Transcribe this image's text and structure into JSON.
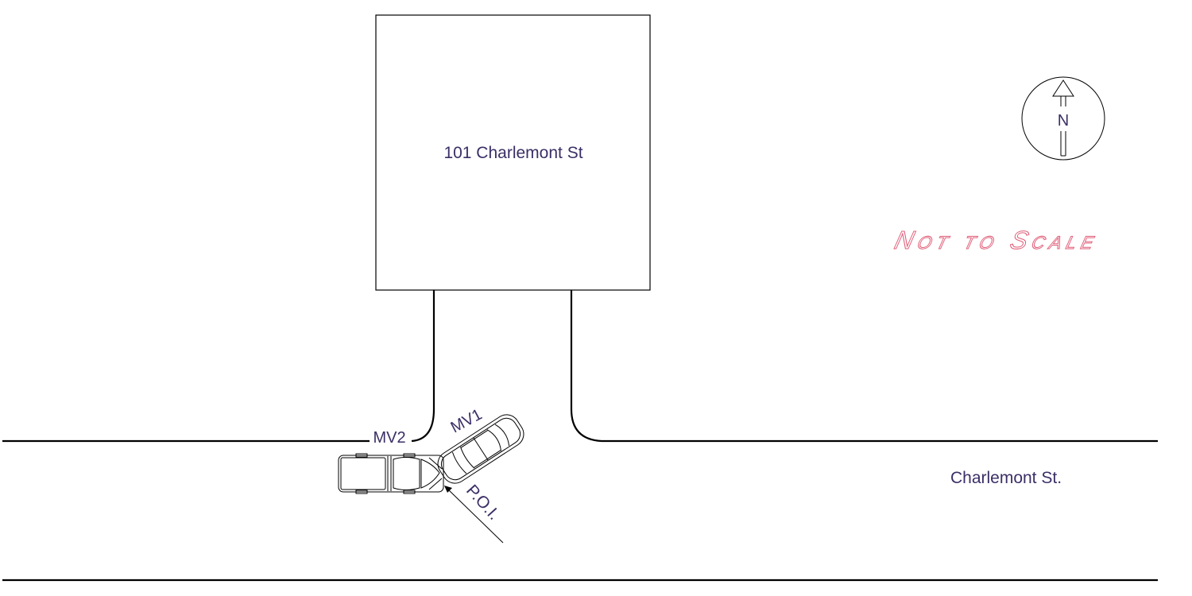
{
  "building": {
    "label": "101 Charlemont St"
  },
  "street": {
    "label": "Charlemont St."
  },
  "vehicles": [
    {
      "id": "mv1",
      "label": "MV1"
    },
    {
      "id": "mv2",
      "label": "MV2"
    }
  ],
  "poi": {
    "label": "P.O.I."
  },
  "compass": {
    "north_label": "N"
  },
  "scale_note": {
    "text": "Not to Scale",
    "color": "#e0607a"
  },
  "colors": {
    "text": "#3b2f66",
    "lines": "#000000"
  }
}
